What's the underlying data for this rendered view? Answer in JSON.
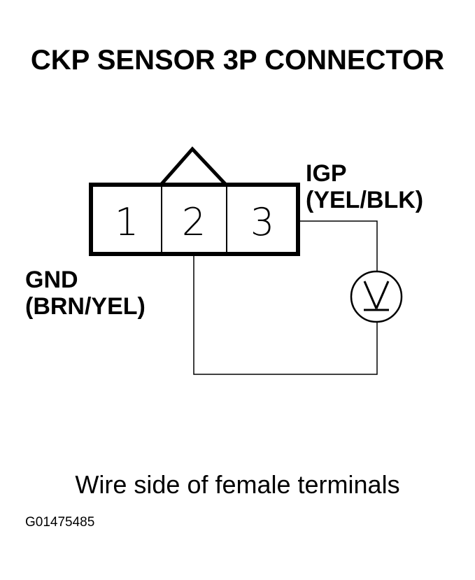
{
  "title": "CKP SENSOR 3P CONNECTOR",
  "connector": {
    "pins": [
      "1",
      "2",
      "3"
    ]
  },
  "labels": {
    "igp_name": "IGP",
    "igp_color": "(YEL/BLK)",
    "gnd_name": "GND",
    "gnd_color": "(BRN/YEL)"
  },
  "meter_symbol": "V",
  "caption": "Wire side of female terminals",
  "figure_code": "G01475485"
}
